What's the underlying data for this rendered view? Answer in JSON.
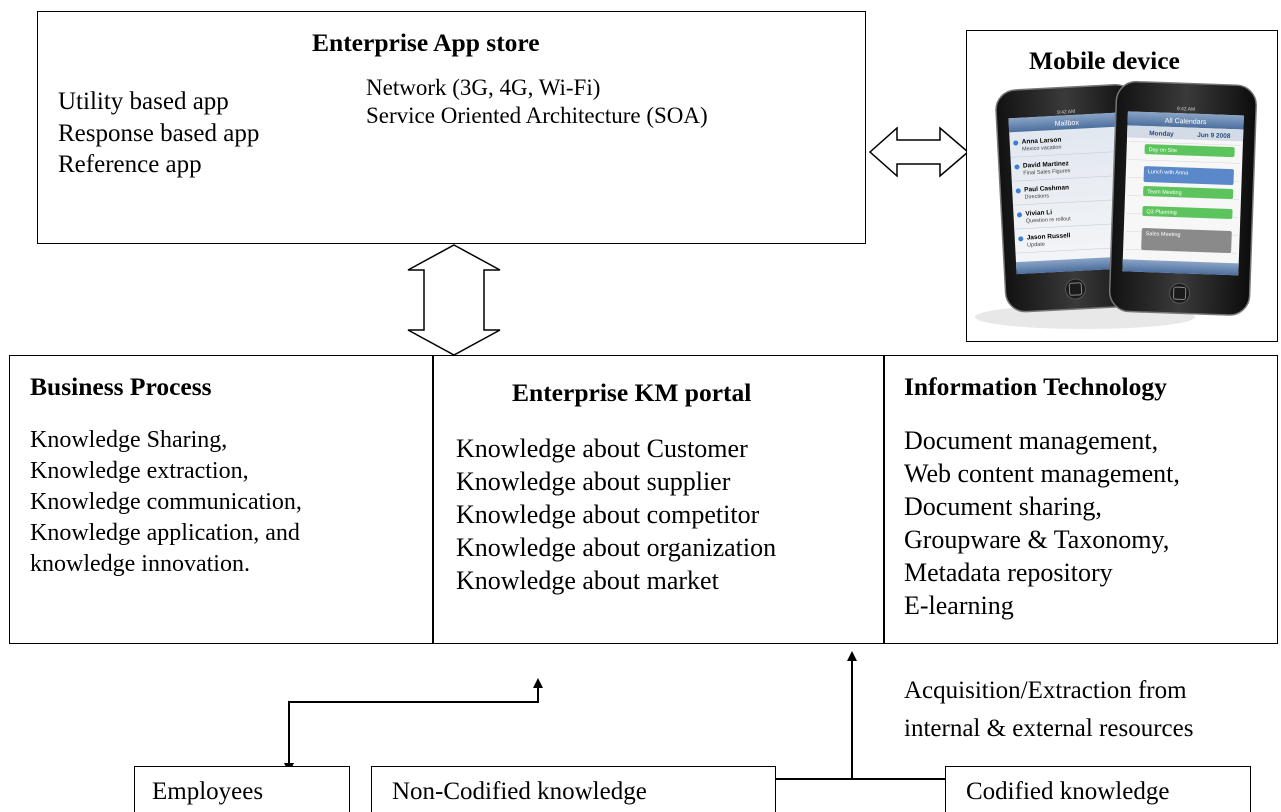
{
  "app_store": {
    "title": "Enterprise App store",
    "app_types": [
      "Utility based app",
      "Response based app",
      "Reference app"
    ],
    "infrastructure": [
      "Network (3G, 4G, Wi-Fi)",
      "Service Oriented Architecture (SOA)"
    ]
  },
  "mobile": {
    "title": "Mobile device",
    "screen_left": {
      "status": "9:42 AM",
      "header": "Mailbox",
      "messages": [
        {
          "from": "Anna Larson",
          "subject": "Mexico vacation"
        },
        {
          "from": "David Martinez",
          "subject": "Final Sales Figures"
        },
        {
          "from": "Paul Cashman",
          "subject": "Directions"
        },
        {
          "from": "Vivian Li",
          "subject": "Question re rollout"
        },
        {
          "from": "Jason Russell",
          "subject": "Update"
        }
      ]
    },
    "screen_right": {
      "status": "9:42 AM",
      "header": "All Calendars",
      "day": "Monday",
      "date": "Jun 9 2008",
      "events": [
        "Day on Site",
        "Lunch with Anna",
        "Team Meeting",
        "Q3 Planning",
        "Sales Meeting"
      ]
    }
  },
  "business_process": {
    "title": "Business Process",
    "items": [
      "Knowledge Sharing,",
      "Knowledge extraction,",
      "Knowledge communication,",
      "Knowledge application, and",
      "knowledge innovation."
    ]
  },
  "km_portal": {
    "title": "Enterprise KM portal",
    "items": [
      "Knowledge about Customer",
      "Knowledge about supplier",
      "Knowledge about competitor",
      "Knowledge about organization",
      "Knowledge about market"
    ]
  },
  "info_tech": {
    "title": "Information Technology",
    "items": [
      "Document management,",
      "Web content management,",
      "Document sharing,",
      "Groupware & Taxonomy,",
      "Metadata repository",
      "E-learning"
    ]
  },
  "acquisition_label": [
    "Acquisition/Extraction from",
    "internal & external resources"
  ],
  "employees": "Employees",
  "non_codified": "Non-Codified knowledge",
  "codified": "Codified knowledge"
}
